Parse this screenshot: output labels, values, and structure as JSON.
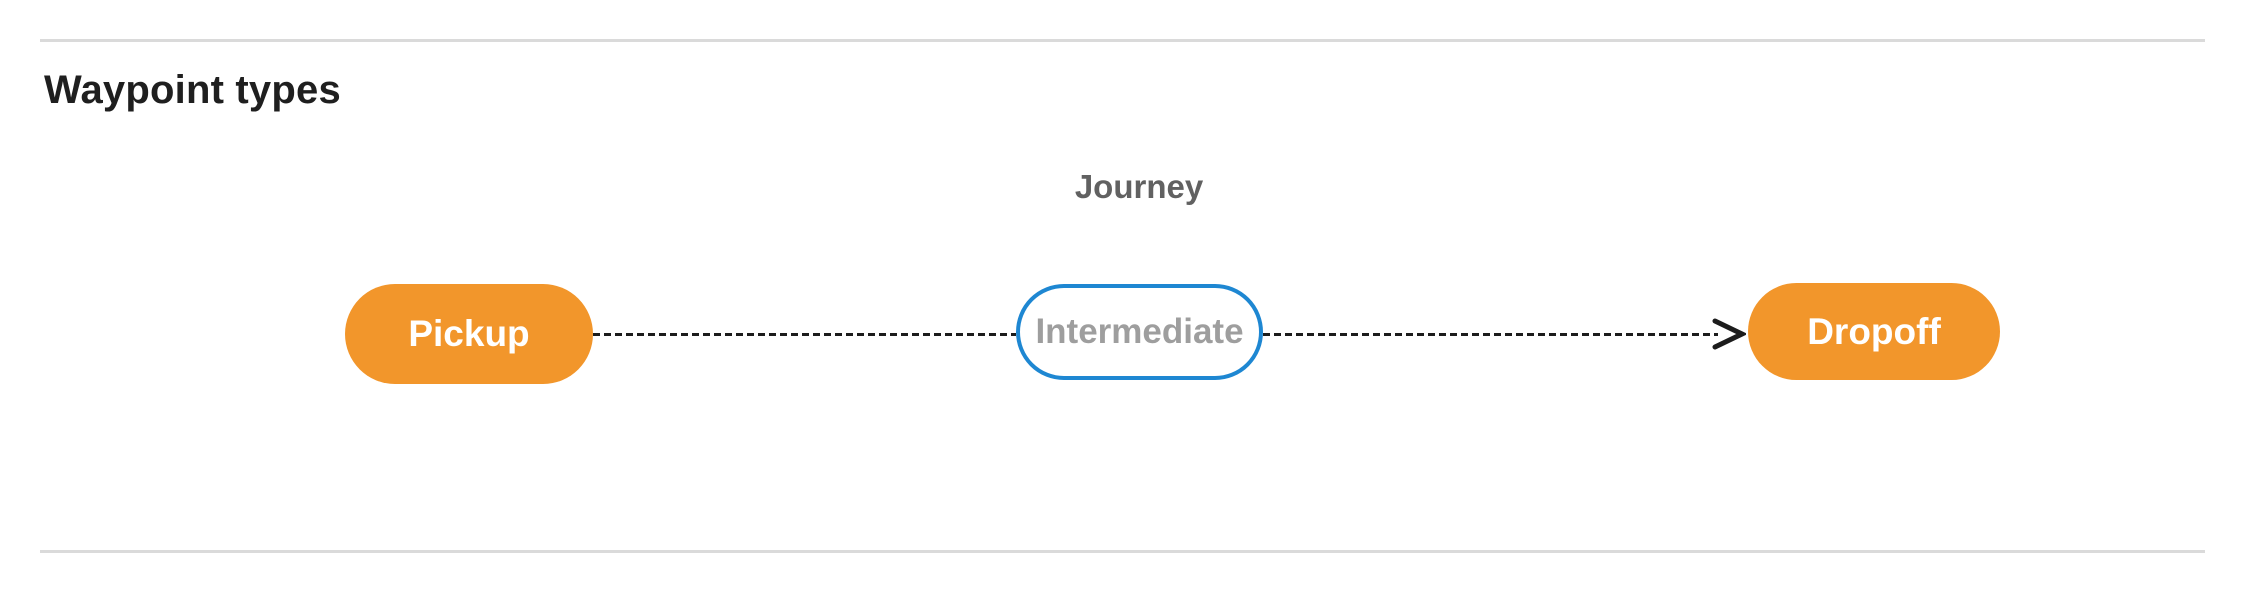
{
  "page": {
    "title": "Waypoint types"
  },
  "diagram": {
    "label": "Journey",
    "nodes": [
      {
        "id": "pickup",
        "label": "Pickup",
        "kind": "terminal"
      },
      {
        "id": "intermediate",
        "label": "Intermediate",
        "kind": "intermediate"
      },
      {
        "id": "dropoff",
        "label": "Dropoff",
        "kind": "terminal"
      }
    ],
    "edges": [
      {
        "from": "pickup",
        "to": "intermediate",
        "style": "dashed",
        "arrow": "none"
      },
      {
        "from": "intermediate",
        "to": "dropoff",
        "style": "dashed",
        "arrow": "end"
      }
    ],
    "icons": [
      {
        "name": "arrowhead-icon",
        "meaning": "direction of travel toward dropoff"
      }
    ],
    "colors": {
      "terminal_fill": "#f2962b",
      "terminal_text": "#ffffff",
      "intermediate_border": "#1e87d2",
      "intermediate_text": "#9e9e9e",
      "connector": "#1c1c1c",
      "journey_label_text": "#616161",
      "title_text": "#1f1f1f",
      "divider": "#dadada",
      "background": "#ffffff"
    }
  }
}
